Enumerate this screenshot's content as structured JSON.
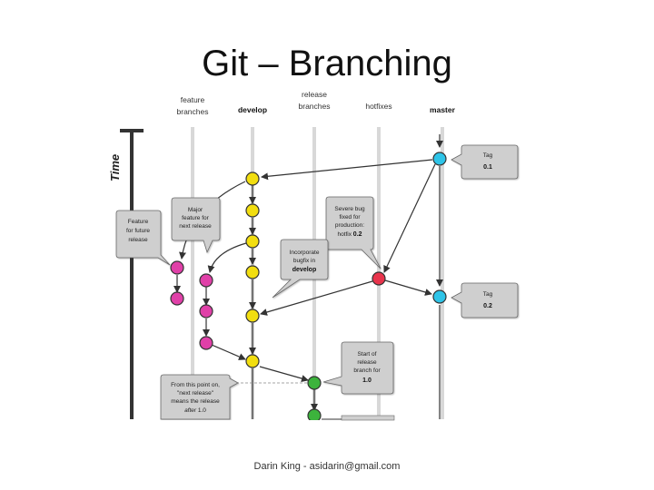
{
  "slide": {
    "title": "Git – Branching",
    "footer": "Darin King - asidarin@gmail.com"
  },
  "diagram": {
    "time_label": "Time",
    "lanes": {
      "feature_line1": "feature",
      "feature_line2": "branches",
      "develop": "develop",
      "release_line1": "release",
      "release_line2": "branches",
      "hotfixes": "hotfixes",
      "master": "master"
    },
    "notes": {
      "tag1_line1": "Tag",
      "tag1_line2": "0.1",
      "tag2_line1": "Tag",
      "tag2_line2": "0.2",
      "major_1": "Major",
      "major_2": "feature for",
      "major_3": "next release",
      "future_1": "Feature",
      "future_2": "for future",
      "future_3": "release",
      "severe_1": "Severe bug",
      "severe_2": "fixed for",
      "severe_3": "production:",
      "severe_4a": "hotfix ",
      "severe_4b": "0.2",
      "incorp_1": "Incorporate",
      "incorp_2": "bugfix in",
      "incorp_3": "develop",
      "start_1": "Start of",
      "start_2": "release",
      "start_3": "branch for",
      "start_4": "1.0",
      "from_1": "From this point on,",
      "from_2": "\"next release\"",
      "from_3": "means the release",
      "from_4a": "after ",
      "from_4b": "1.0"
    },
    "colors": {
      "feature": "#e040a8",
      "develop": "#f2de10",
      "release": "#3cb33c",
      "hotfix": "#e8344c",
      "master": "#2ec4e8"
    }
  }
}
